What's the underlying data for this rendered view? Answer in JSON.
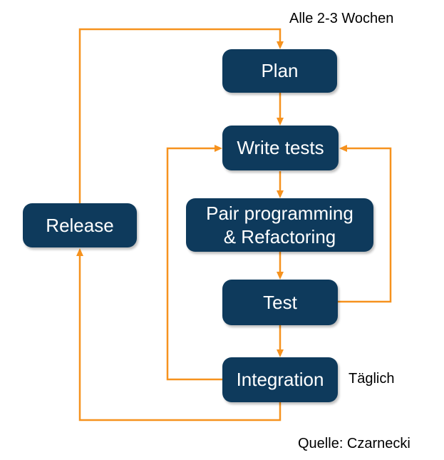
{
  "diagram": {
    "nodes": {
      "plan": {
        "label": "Plan"
      },
      "write_tests": {
        "label": "Write tests"
      },
      "pair": {
        "line1": "Pair programming",
        "line2": "& Refactoring"
      },
      "test": {
        "label": "Test"
      },
      "integration": {
        "label": "Integration"
      },
      "release": {
        "label": "Release"
      }
    },
    "annotations": {
      "cycle": "Alle 2-3 Wochen",
      "daily": "Täglich",
      "source": "Quelle: Czarnecki"
    },
    "edges": [
      {
        "from": "plan",
        "to": "write_tests"
      },
      {
        "from": "write_tests",
        "to": "pair"
      },
      {
        "from": "pair",
        "to": "test"
      },
      {
        "from": "test",
        "to": "integration"
      },
      {
        "from": "test",
        "to": "write_tests"
      },
      {
        "from": "integration",
        "to": "write_tests"
      },
      {
        "from": "integration",
        "to": "release"
      },
      {
        "from": "release",
        "to": "plan"
      }
    ],
    "colors": {
      "node_fill": "#0E3A5C",
      "node_text": "#FFFFFF",
      "arrow": "#F6921E",
      "annotation_text": "#000000",
      "background": "#FFFFFF"
    }
  }
}
